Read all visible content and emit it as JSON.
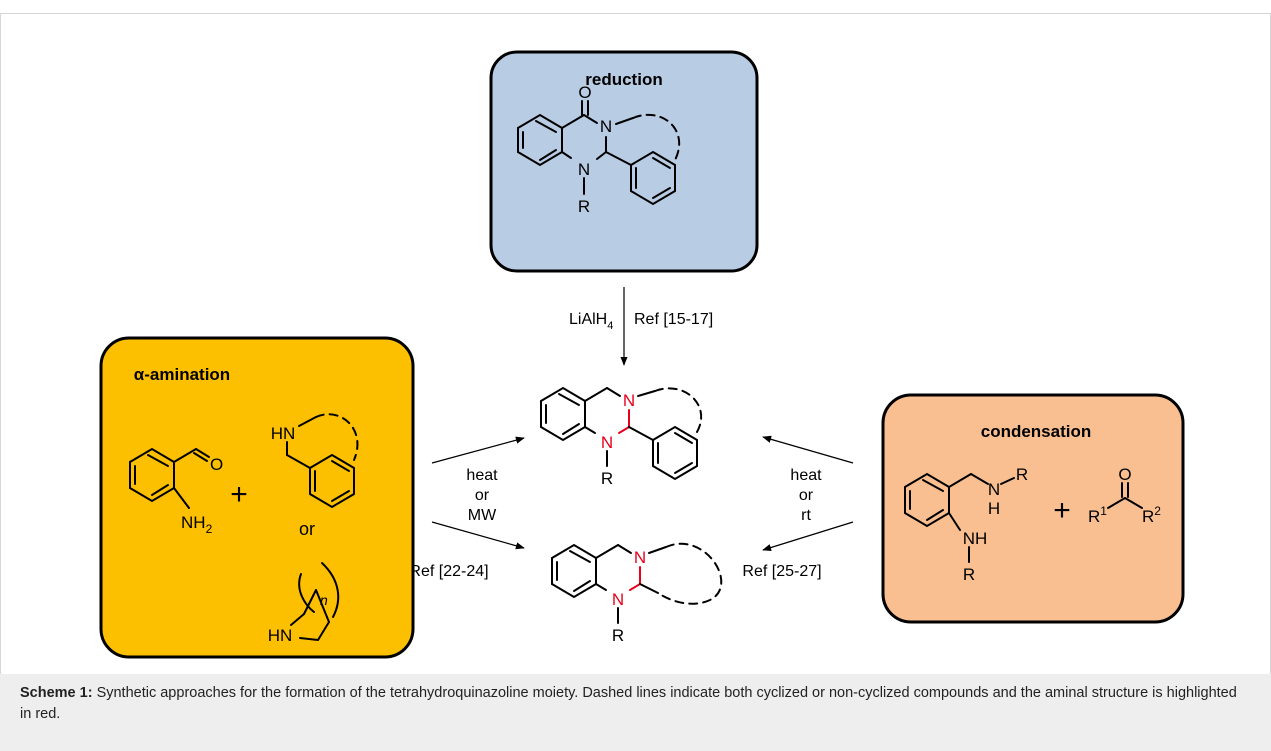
{
  "boxes": {
    "reduction": {
      "title": "reduction",
      "fill": "#b8cce4"
    },
    "amination": {
      "title": "α-amination",
      "fill": "#fdc000"
    },
    "condensation": {
      "title": "condensation",
      "fill": "#f9bf91"
    }
  },
  "atoms": {
    "O": "O",
    "N": "N",
    "R": "R",
    "HN": "HN",
    "NH": "NH",
    "H": "H",
    "n": "n",
    "NH2_main": "NH",
    "sub2": "2",
    "R1_main": "R",
    "R2_main": "R",
    "sup1": "1",
    "sup2": "2"
  },
  "symbols": {
    "plus": "+",
    "or": "or"
  },
  "conditions": {
    "reagent_main": "LiAlH",
    "reagent_sub": "4",
    "ref_top": "Ref [15-17]",
    "left_1": "heat",
    "left_2": "or",
    "left_3": "MW",
    "ref_left": "Ref [22-24]",
    "right_1": "heat",
    "right_2": "or",
    "right_3": "rt",
    "ref_right": "Ref [25-27]"
  },
  "colors": {
    "aminal": "#e8001c",
    "line": "#000000",
    "caption_bg": "#eeeeee"
  },
  "caption": {
    "label": "Scheme 1:",
    "text": " Synthetic approaches for the formation of the tetrahydroquinazoline moiety. Dashed lines indicate both cyclized or non-cyclized compounds and the aminal structure is highlighted in red."
  }
}
